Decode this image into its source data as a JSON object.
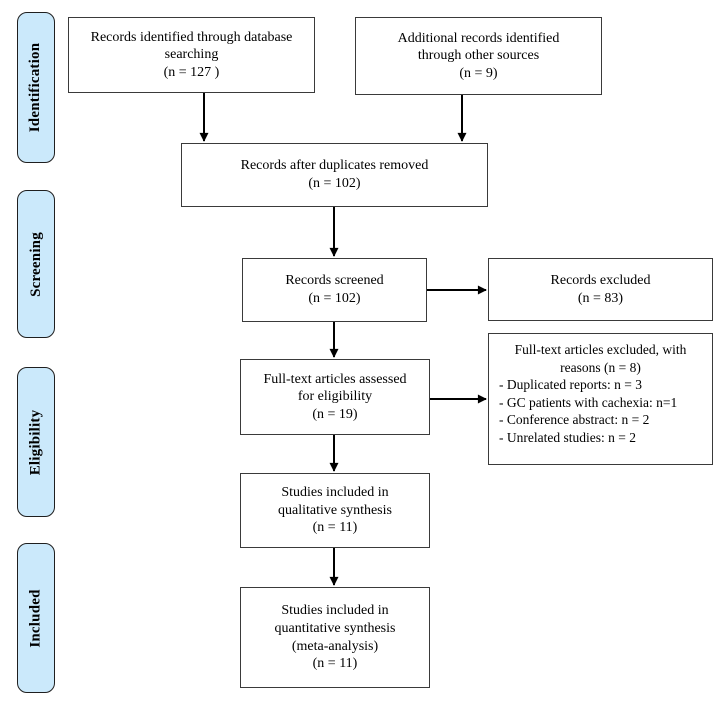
{
  "diagram": {
    "kind": "prisma-flow-diagram",
    "colors": {
      "stage_fill": "#cbe9fb",
      "stage_border": "#1f1f1f",
      "box_border": "#3a3a3a",
      "arrow": "#000000",
      "background": "#ffffff"
    },
    "stages": [
      {
        "label": "Identification"
      },
      {
        "label": "Screening"
      },
      {
        "label": "Eligibility"
      },
      {
        "label": "Included"
      }
    ],
    "boxes": {
      "db_search": {
        "lines": [
          "Records identified through database",
          "searching",
          "(n = 127 )"
        ]
      },
      "other_sources": {
        "lines": [
          "Additional records identified",
          "through other sources",
          "(n = 9)"
        ]
      },
      "duplicates_removed": {
        "lines": [
          "Records after duplicates removed",
          "(n = 102)"
        ]
      },
      "screened": {
        "lines": [
          "Records screened",
          "(n = 102)"
        ]
      },
      "records_excluded": {
        "lines": [
          "Records excluded",
          "(n = 83)"
        ]
      },
      "fulltext_assessed": {
        "lines": [
          "Full-text articles assessed",
          "for eligibility",
          "(n = 19)"
        ]
      },
      "fulltext_excluded": {
        "title_lines": [
          "Full-text articles excluded, with",
          "reasons (n = 8)"
        ],
        "reasons": [
          "- Duplicated reports: n = 3",
          "- GC patients with cachexia: n=1",
          "- Conference abstract: n = 2",
          "- Unrelated studies: n = 2"
        ]
      },
      "qualitative": {
        "lines": [
          "Studies included in",
          "qualitative synthesis",
          "(n = 11)"
        ]
      },
      "quantitative": {
        "lines": [
          "Studies included in",
          "quantitative synthesis",
          "(meta-analysis)",
          "(n = 11)"
        ]
      }
    }
  }
}
